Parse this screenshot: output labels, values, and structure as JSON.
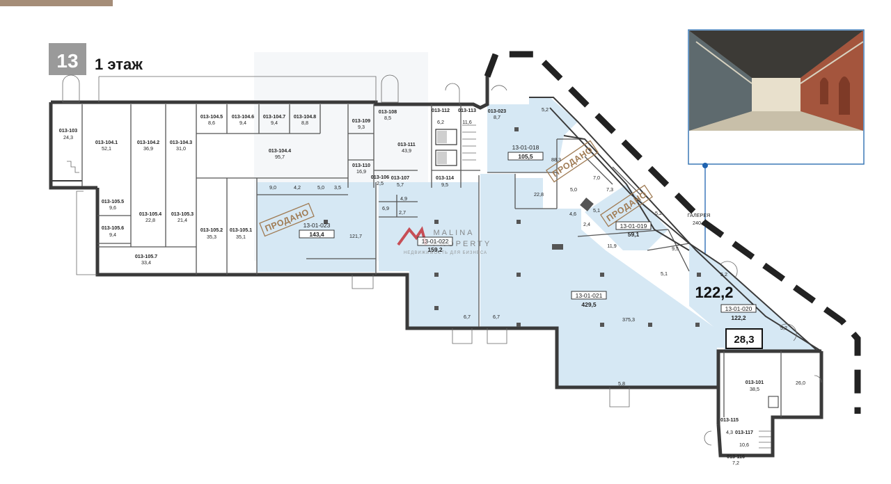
{
  "header": {
    "building_number": "13",
    "floor_label": "1 этаж"
  },
  "watermark": {
    "line1": "MALINA",
    "line2": "PROPERTY",
    "line3": "НЕДВИЖИМОСТЬ ДЛЯ БИЗНЕСА"
  },
  "sold_label": "ПРОДАНО",
  "gallery": {
    "name": "ГАЛЕРЕЯ",
    "area": "240,6"
  },
  "callouts": {
    "big_area": "122,2",
    "box_area": "28,3"
  },
  "rooms": [
    {
      "id": "013-103",
      "area": "24,3"
    },
    {
      "id": "013-104.1",
      "area": "52,1"
    },
    {
      "id": "013-104.2",
      "area": "36,9"
    },
    {
      "id": "013-104.3",
      "area": "31,0"
    },
    {
      "id": "013-104.5",
      "area": "8,6"
    },
    {
      "id": "013-104.6",
      "area": "9,4"
    },
    {
      "id": "013-104.7",
      "area": "9,4"
    },
    {
      "id": "013-104.8",
      "area": "8,8"
    },
    {
      "id": "013-104.4",
      "area": "95,7"
    },
    {
      "id": "013-109",
      "area": "9,3"
    },
    {
      "id": "013-108",
      "area": "8,5"
    },
    {
      "id": "013-112",
      "area": "6,2"
    },
    {
      "id": "013-113",
      "area": "11,6"
    },
    {
      "id": "013-023",
      "area": "8,7"
    },
    {
      "id": "013-111",
      "area": "43,9"
    },
    {
      "id": "013-110",
      "area": "16,9"
    },
    {
      "id": "013-106",
      "area": "2,5"
    },
    {
      "id": "013-107",
      "area": "5,7"
    },
    {
      "id": "013-114",
      "area": "9,5"
    },
    {
      "id": "013-105.5",
      "area": "9,6"
    },
    {
      "id": "013-105.6",
      "area": "9,4"
    },
    {
      "id": "013-105.4",
      "area": "22,8"
    },
    {
      "id": "013-105.3",
      "area": "21,4"
    },
    {
      "id": "013-105.7",
      "area": "33,4"
    },
    {
      "id": "013-105.2",
      "area": "35,3"
    },
    {
      "id": "013-105.1",
      "area": "35,1"
    },
    {
      "id": "013-101",
      "area": "38,5"
    },
    {
      "id": "013-115",
      "area": "4,3"
    },
    {
      "id": "013-117",
      "area": "10,6"
    },
    {
      "id": "013-116",
      "area": "7,2"
    }
  ],
  "units": [
    {
      "id": "13-01-018",
      "area": "105,5"
    },
    {
      "id": "13-01-023",
      "area": "143,4"
    },
    {
      "id": "13-01-022",
      "area": "159,2"
    },
    {
      "id": "13-01-019",
      "area": "59,1"
    },
    {
      "id": "13-01-021",
      "area": "429,5"
    },
    {
      "id": "13-01-020",
      "area": "122,2"
    }
  ],
  "small_areas": [
    "5,2",
    "88,3",
    "7,0",
    "7,3",
    "5,0",
    "22,8",
    "5,1",
    "4,6",
    "2,4",
    "11,9",
    "5,2",
    "9,5",
    "5,1",
    "5,2",
    "5,2",
    "9,0",
    "4,2",
    "5,0",
    "3,5",
    "121,7",
    "4,9",
    "6,9",
    "2,7",
    "6,7",
    "6,7",
    "375,3",
    "5,8",
    "26,0"
  ]
}
